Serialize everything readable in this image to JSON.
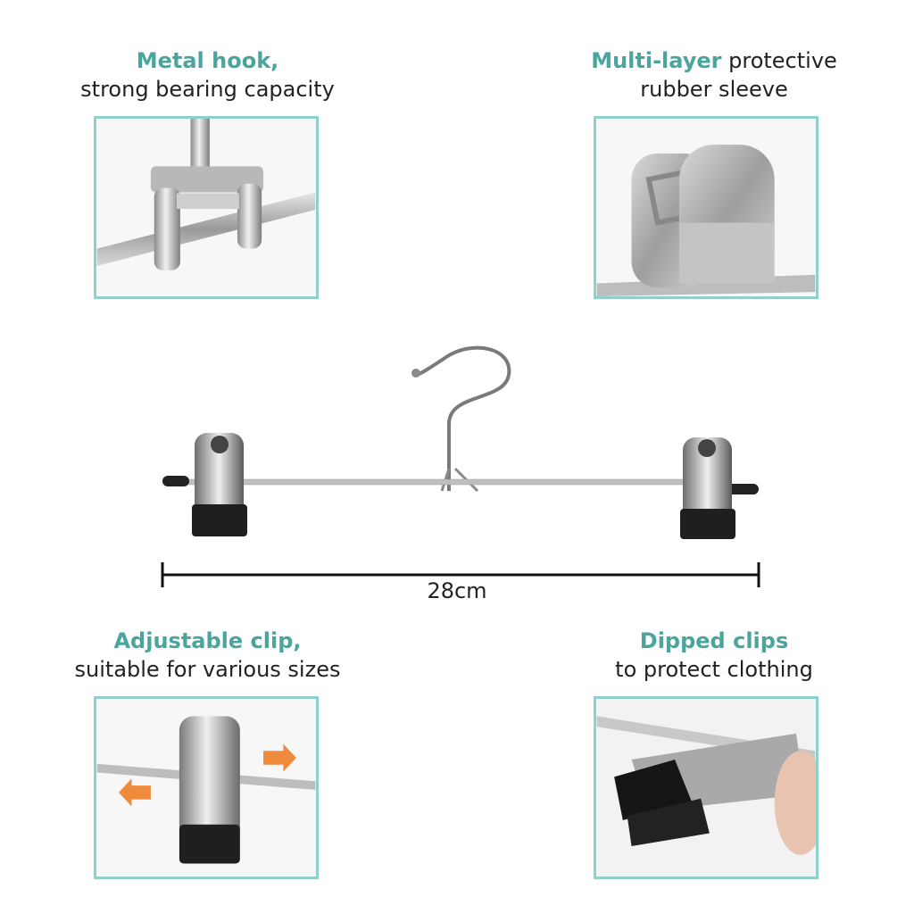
{
  "captions": {
    "top_left": {
      "highlight": "Metal hook,",
      "rest": "strong bearing capacity"
    },
    "top_right": {
      "highlight": "Multi-layer",
      "rest_inline": " protective",
      "line2": "rubber sleeve"
    },
    "bottom_left": {
      "highlight": "Adjustable clip,",
      "rest": "suitable for various sizes"
    },
    "bottom_right": {
      "highlight": "Dipped clips",
      "rest": "to protect clothing"
    }
  },
  "dimension": {
    "label": "28cm"
  },
  "colors": {
    "accent": "#4aa59e",
    "panel_border": "#8fd0cb",
    "arrow": "#f08a3c"
  }
}
